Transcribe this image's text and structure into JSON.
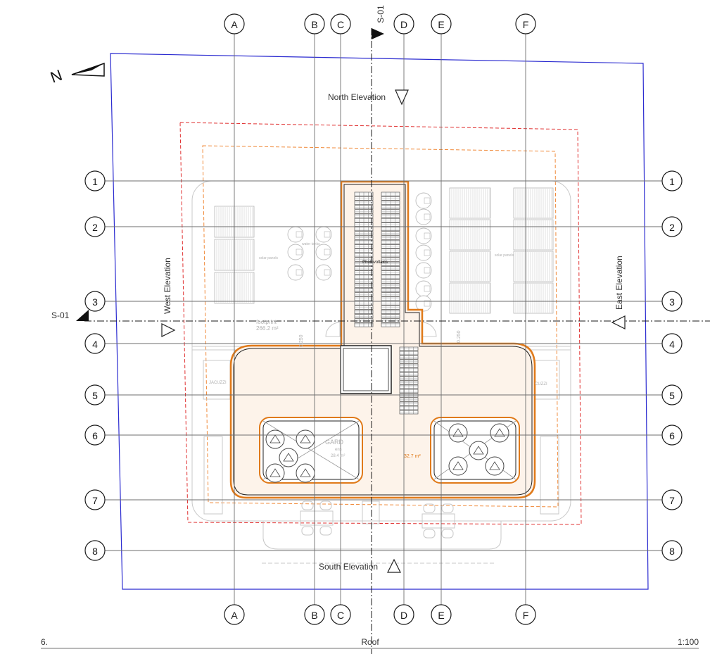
{
  "drawing": {
    "north_label": "N",
    "section_label": "S-01",
    "elevations": {
      "north": "North Elevation",
      "south": "South Elevation",
      "west": "West Elevation",
      "east": "East Elevation"
    },
    "footer": {
      "number": "6.",
      "title": "Roof",
      "scale": "1:100"
    },
    "annotations": {
      "photovoltaics": "Photovoltaics",
      "footprint": "footprint",
      "footprint_area": "266.2 m²",
      "area_center": "32.7 m²",
      "water_tanks": "water tanks",
      "solar_panels_left": "solar panels",
      "solar_panels_right": "solar panels",
      "jacuzzi_left": "JACUZZI",
      "jacuzzi_right": "CUZZI",
      "garden_label": "GARD",
      "garden_sub": "ens",
      "garden_area": "28.4 m²",
      "setback_left": "0.250",
      "setback_right": "0.250"
    }
  },
  "grid_columns": [
    "A",
    "B",
    "C",
    "D",
    "E",
    "F"
  ],
  "grid_rows": [
    "1",
    "2",
    "3",
    "4",
    "5",
    "6",
    "7",
    "8"
  ],
  "colors": {
    "site_boundary": "#2b2bd0",
    "offset_red": "#e03030",
    "offset_orange": "#f08a3a",
    "roof_fill": "#fdf3ea",
    "roof_outline": "#e07a1a"
  }
}
